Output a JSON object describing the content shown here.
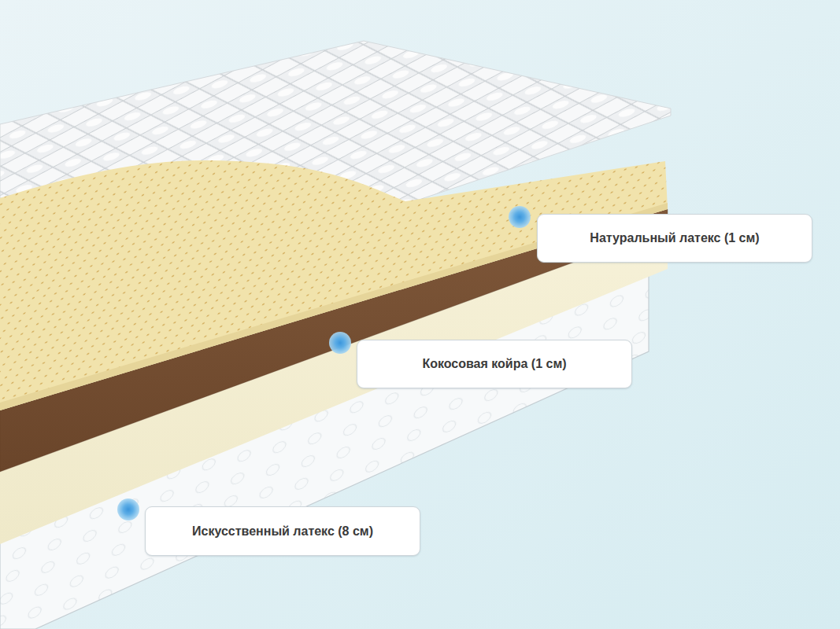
{
  "diagram": {
    "nodes": [
      {
        "text": [
          "Натуральный латекс (1 см)"
        ]
      },
      {
        "text": [
          "Кокосовая койра (1 см)"
        ]
      },
      {
        "text": [
          "Искусственный латекс (8 см)"
        ]
      }
    ]
  }
}
